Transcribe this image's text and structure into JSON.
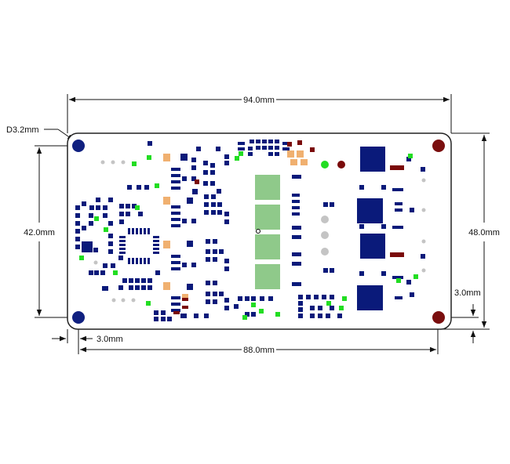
{
  "dimensions": {
    "top_width": "94.0mm",
    "bottom_width": "88.0mm",
    "left_height": "42.0mm",
    "right_height": "48.0mm",
    "hole_diameter": "D3.2mm",
    "left_offset": "3.0mm",
    "right_offset": "3.0mm"
  },
  "colors": {
    "board_outline": "#222222",
    "pad_navy": "#0a1a7a",
    "pad_green": "#22dd22",
    "pad_orange": "#f0b070",
    "pad_darkred": "#7a0a0a",
    "pad_lightgreen": "#8fc98a",
    "pad_gray": "#c4c4c4",
    "hole_blue": "#102080",
    "hole_red": "#7a0e0e"
  },
  "mounting_holes": [
    {
      "corner": "top-left",
      "color": "hole_blue"
    },
    {
      "corner": "bottom-left",
      "color": "hole_blue"
    },
    {
      "corner": "top-right",
      "color": "hole_red"
    },
    {
      "corner": "bottom-right",
      "color": "hole_red"
    }
  ]
}
